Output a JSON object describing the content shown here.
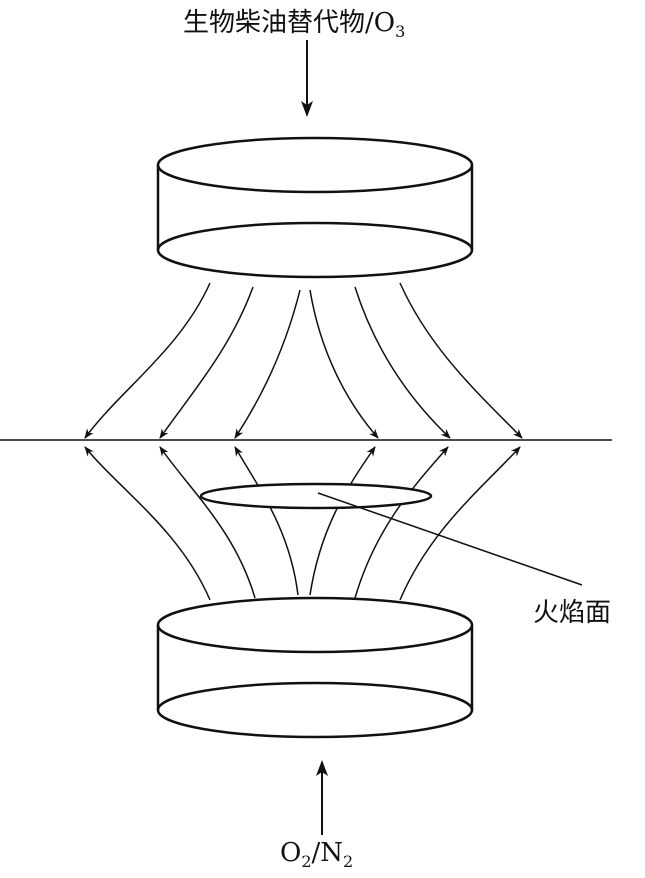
{
  "labels": {
    "top_main": "生物柴油替代物/O",
    "top_sub": "3",
    "flame": "火焰面",
    "bottom_o": "O",
    "bottom_o_sub": "2",
    "bottom_slash": "/N",
    "bottom_n_sub": "2"
  },
  "colors": {
    "stroke": "#111111"
  }
}
